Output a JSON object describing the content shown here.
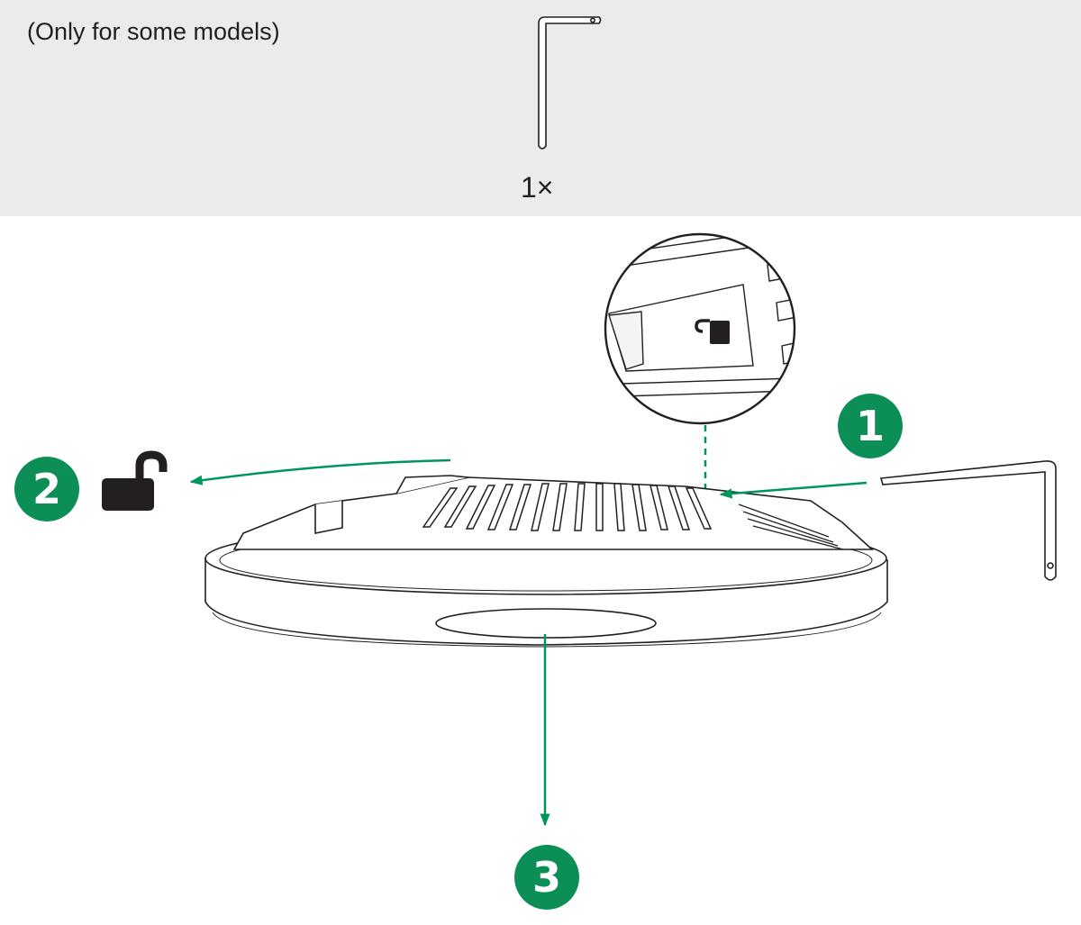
{
  "kit": {
    "note": "(Only for some models)",
    "quantity": "1×"
  },
  "steps": [
    {
      "number": "1"
    },
    {
      "number": "2"
    },
    {
      "number": "3"
    }
  ],
  "icons": {
    "unlock": "open-padlock-icon",
    "lock_detail": "small-padlock-icon",
    "tool": "l-shaped-release-key"
  },
  "colors": {
    "accent": "#00955c",
    "badge": "#0c8f56",
    "ink": "#231f20",
    "panel": "#ebebeb"
  }
}
